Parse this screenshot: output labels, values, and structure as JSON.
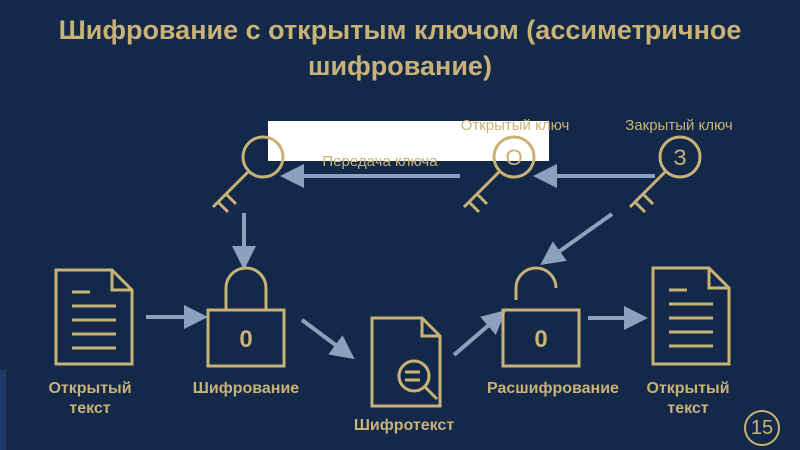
{
  "title": "Шифрование с открытым ключом (ассиметричное шифрование)",
  "labels": {
    "public_key": "Открытый ключ",
    "private_key": "Закрытый ключ",
    "key_transfer": "Передача ключа",
    "plaintext_left": "Открытый текст",
    "encryption": "Шифрование",
    "ciphertext": "Шифротекст",
    "decryption": "Расшифрование",
    "plaintext_right": "Открытый текст"
  },
  "icons": {
    "public_key_icon_letter": "О",
    "private_key_icon_letter": "З",
    "lock_digit": "0"
  },
  "page_number": "15",
  "colors": {
    "background": "#14294a",
    "accent": "#c9b276",
    "arrow": "#8ea0c0"
  }
}
